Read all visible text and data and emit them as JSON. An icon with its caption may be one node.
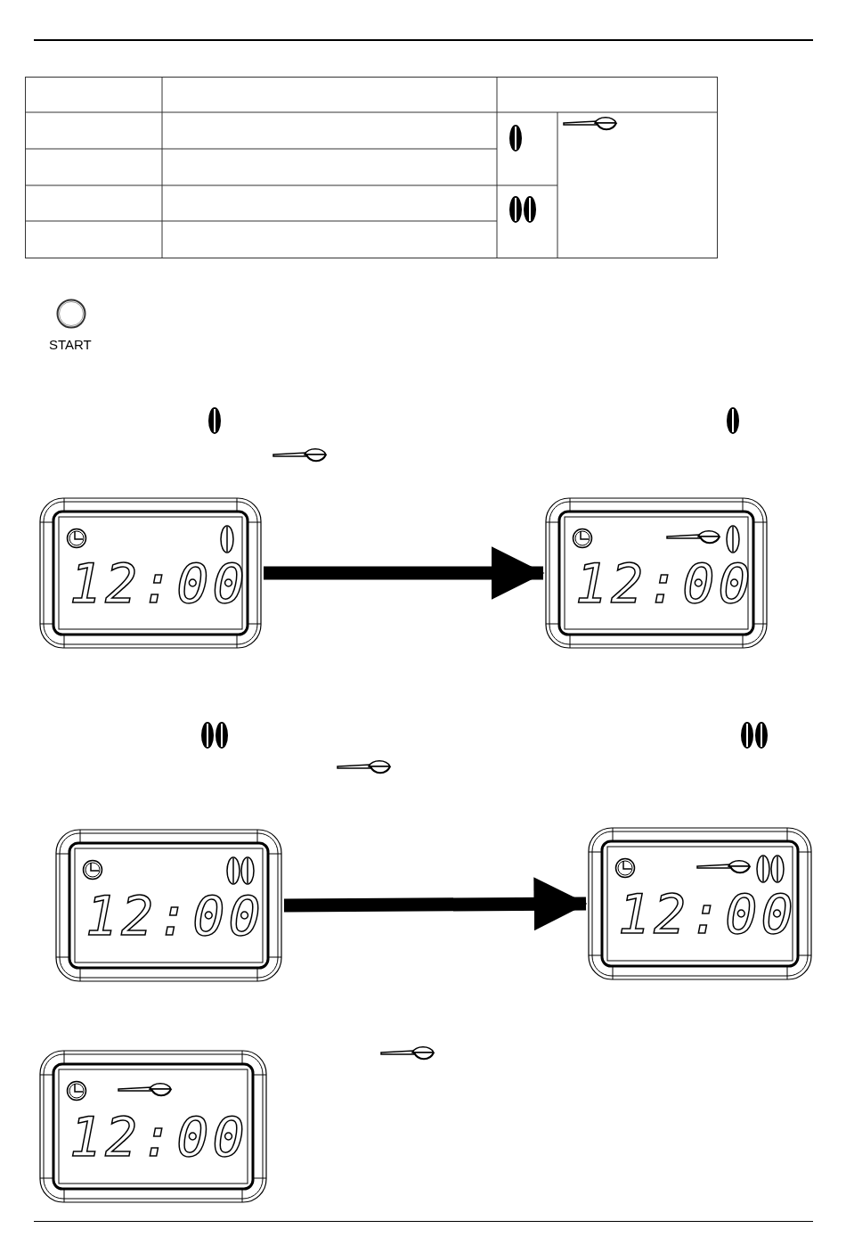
{
  "diagram": {
    "nodes": [
      {
        "text": [
          "12:00"
        ]
      },
      {
        "text": [
          "12:00"
        ]
      },
      {
        "text": [
          "12:00"
        ]
      },
      {
        "text": [
          "12:00"
        ]
      },
      {
        "text": [
          "12:00"
        ]
      }
    ],
    "edges": [
      {
        "from": 0,
        "to": 1,
        "arrow": "to"
      },
      {
        "from": 2,
        "to": 3,
        "arrow": "to"
      }
    ],
    "labels": [
      "START"
    ]
  }
}
